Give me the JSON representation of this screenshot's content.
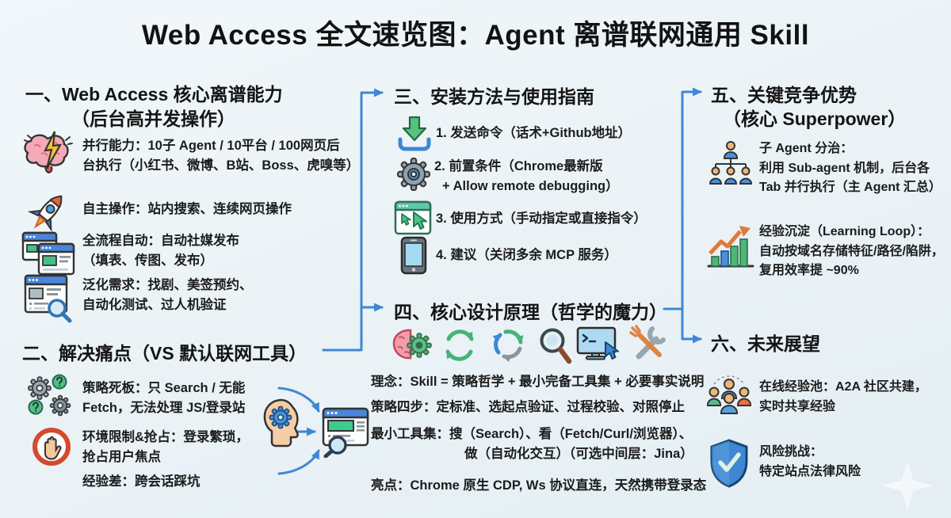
{
  "title": "Web Access 全文速览图：Agent 离谱联网通用 Skill",
  "colors": {
    "background": "#edf4f7",
    "text": "#1c1c1c",
    "arrow_blue": "#3f87d3",
    "accent_green": "#4cb878",
    "accent_blue": "#4a86d8",
    "accent_orange": "#e0793a"
  },
  "icons": {
    "brain-lightning-icon": "brain with lightning bolt",
    "rocket-icon": "launching rocket",
    "browser-windows-icon": "two stacked browser windows",
    "browser-search-icon": "browser window with magnifier",
    "gears-question-icon": "gears with question marks",
    "stop-hand-icon": "hand in red circle",
    "download-icon": "green download arrow into tray",
    "gear-icon": "settings gear",
    "browser-cursor-icon": "browser window with cursors",
    "phone-icon": "smartphone",
    "brain-gear-icon": "half brain half gear",
    "refresh-icon": "green circular arrows",
    "cycle-icon": "multicolor sync cycle",
    "magnifier-icon": "magnifying glass",
    "monitor-cursor-icon": "terminal monitor with cursor",
    "tools-icon": "crossed wrench and fork",
    "org-chart-people-icon": "agent hierarchy org chart",
    "chart-up-icon": "bar chart with rising arrow",
    "people-group-icon": "community people group",
    "shield-check-icon": "shield with checkmark",
    "head-gear-icon": "human head with gear",
    "browser-result-icon": "browser window with magnifier"
  },
  "sections": {
    "s1": {
      "heading_line1": "一、Web Access 核心离谱能力",
      "heading_line2": "（后台高并发操作）",
      "items": [
        {
          "lines": [
            "并行能力：10子 Agent / 10平台 / 100网页后",
            "台执行（小红书、微博、B站、Boss、虎嗅等）"
          ]
        },
        {
          "lines": [
            "自主操作：站内搜索、连续网页操作"
          ]
        },
        {
          "lines": [
            "全流程自动：自动社媒发布",
            "（填表、传图、发布）"
          ]
        },
        {
          "lines": [
            "泛化需求：找剧、美签预约、",
            "自动化测试、过人机验证"
          ]
        }
      ]
    },
    "s2": {
      "heading": "二、解决痛点（VS 默认联网工具）",
      "items": [
        {
          "lines": [
            "策略死板：只 Search / 无能",
            "Fetch，无法处理 JS/登录站"
          ]
        },
        {
          "lines": [
            "环境限制&抢占：登录繁琐，",
            "抢占用户焦点"
          ]
        },
        {
          "lines": [
            "经验差：跨会话踩坑"
          ]
        }
      ]
    },
    "s3": {
      "heading": "三、安装方法与使用指南",
      "items": [
        {
          "lines": [
            "1. 发送命令（话术+Github地址）"
          ]
        },
        {
          "lines": [
            "2. 前置条件（Chrome最新版",
            "+ Allow remote debugging）"
          ]
        },
        {
          "lines": [
            "3. 使用方式（手动指定或直接指令）"
          ]
        },
        {
          "lines": [
            "4. 建议（关闭多余 MCP 服务）"
          ]
        }
      ]
    },
    "s4": {
      "heading": "四、核心设计原理（哲学的魔力）",
      "texts": [
        {
          "lines": [
            "理念：Skill = 策略哲学 + 最小完备工具集 + 必要事实说明"
          ]
        },
        {
          "lines": [
            "策略四步：定标准、选起点验证、过程校验、对照停止"
          ]
        },
        {
          "lines": [
            "最小工具集：搜（Search）、看（Fetch/Curl/浏览器）、",
            "做（自动化交互）（可选中间层：Jina）"
          ]
        },
        {
          "lines": [
            "亮点：Chrome 原生 CDP, Ws 协议直连，天然携带登录态"
          ]
        }
      ]
    },
    "s5": {
      "heading_line1": "五、关键竞争优势",
      "heading_line2": "（核心 Superpower）",
      "items": [
        {
          "lines": [
            "子 Agent 分治：",
            "利用 Sub-agent 机制，后台各",
            "Tab 并行执行（主 Agent 汇总）"
          ]
        },
        {
          "lines": [
            "经验沉淀（Learning Loop）：",
            "自动按域名存储特征/路径/陷阱，",
            "复用效率提 ~90%"
          ]
        }
      ]
    },
    "s6": {
      "heading": "六、未来展望",
      "items": [
        {
          "lines": [
            "在线经验池：A2A 社区共建，",
            "实时共享经验"
          ]
        },
        {
          "lines": [
            "风险挑战：",
            "特定站点法律风险"
          ]
        }
      ]
    }
  }
}
